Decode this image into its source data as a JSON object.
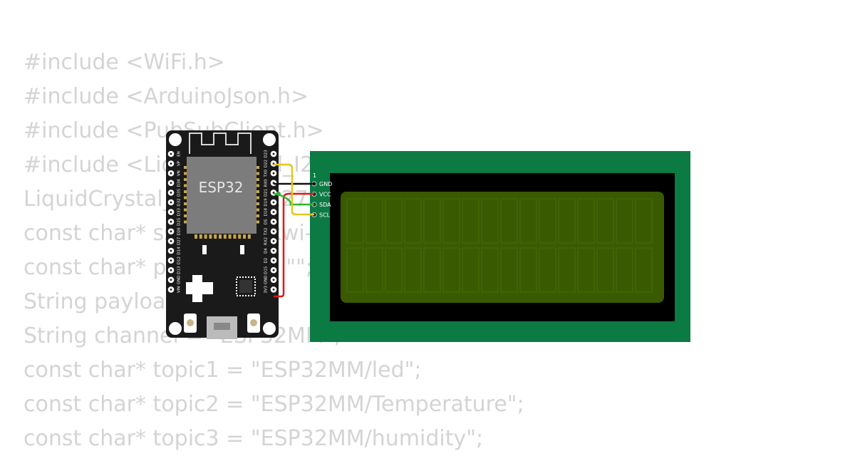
{
  "code_lines": [
    "#include <WiFi.h>",
    "#include <ArduinoJson.h>",
    "#include <PubSubClient.h>",
    "#include <LiquidCrystal_I2C.h>",
    "LiquidCrystal_I2C lcd(0x27, 16, 2);",
    "const char* ssid = \"Wokwi-GUEST\";",
    "const char* password = \"\";",
    "String payload;",
    "String channel = \"ESP32MM\";",
    "const char* topic1 = \"ESP32MM/led\";",
    "const char* topic2 = \"ESP32MM/Temperature\";",
    "const char* topic3 = \"ESP32MM/humidity\";"
  ],
  "esp32": {
    "chip_label": "ESP32",
    "left_pins": [
      "EN",
      "VP",
      "VN",
      "D34",
      "D35",
      "D32",
      "D33",
      "D25",
      "D26",
      "D27",
      "D14",
      "D12",
      "D13",
      "GND",
      "VIN"
    ],
    "right_pins": [
      "D23",
      "D22",
      "TX0",
      "RX0",
      "D21",
      "D19",
      "D18",
      "D5",
      "TX2",
      "RX2",
      "D4",
      "D2",
      "D15",
      "GND",
      "3V3"
    ]
  },
  "lcd": {
    "pin1_marker": "1",
    "pins": [
      "GND",
      "VCC",
      "SDA",
      "SCL"
    ],
    "colors": {
      "pcb": "#0b7a43",
      "bezel": "#000000",
      "screen": "#3a5a00"
    }
  },
  "wire_colors": {
    "gnd": "#111111",
    "vcc": "#e01818",
    "sda": "#2fb52f",
    "scl": "#e3c81a"
  }
}
